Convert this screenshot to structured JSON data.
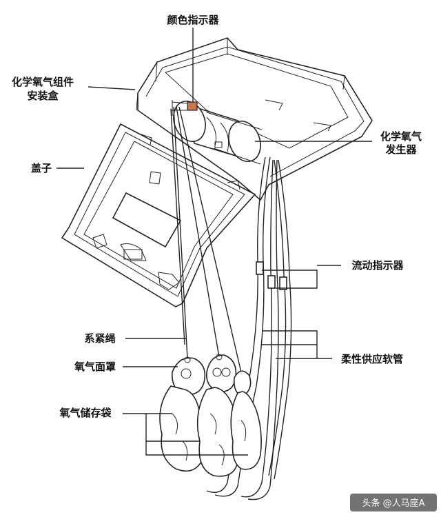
{
  "labels": {
    "color_indicator": "颜色指示器",
    "box_line1": "化学氧气组件",
    "box_line2": "安装盒",
    "lid": "盖子",
    "generator_line1": "化学氧气",
    "generator_line2": "发生器",
    "flow_indicator": "流动指示器",
    "lanyard": "系紧绳",
    "flexible_hose": "柔性供应软管",
    "mask": "氧气面罩",
    "reservoir_bag": "氧气储存袋"
  },
  "watermark": "头条 @人马座A",
  "colors": {
    "line": "#222222",
    "indicator": "#c87850",
    "watermark_bg": "#444444"
  }
}
